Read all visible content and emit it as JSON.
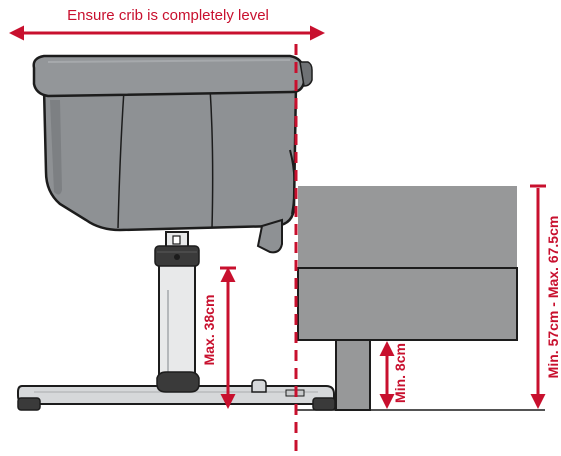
{
  "labels": {
    "level_note": "Ensure crib is completely level",
    "max_leg_height": "Max. 38cm",
    "min_clearance": "Min. 8cm",
    "bed_height_range": "Min. 57cm - Max. 67.5cm"
  },
  "colors": {
    "accent_red": "#c8102e",
    "crib_fabric": "#8e9194",
    "crib_outline": "#1c1c1c",
    "bed_grey": "#979899",
    "frame_silver": "#d6d8da",
    "foot_dark": "#3a3a3a"
  }
}
